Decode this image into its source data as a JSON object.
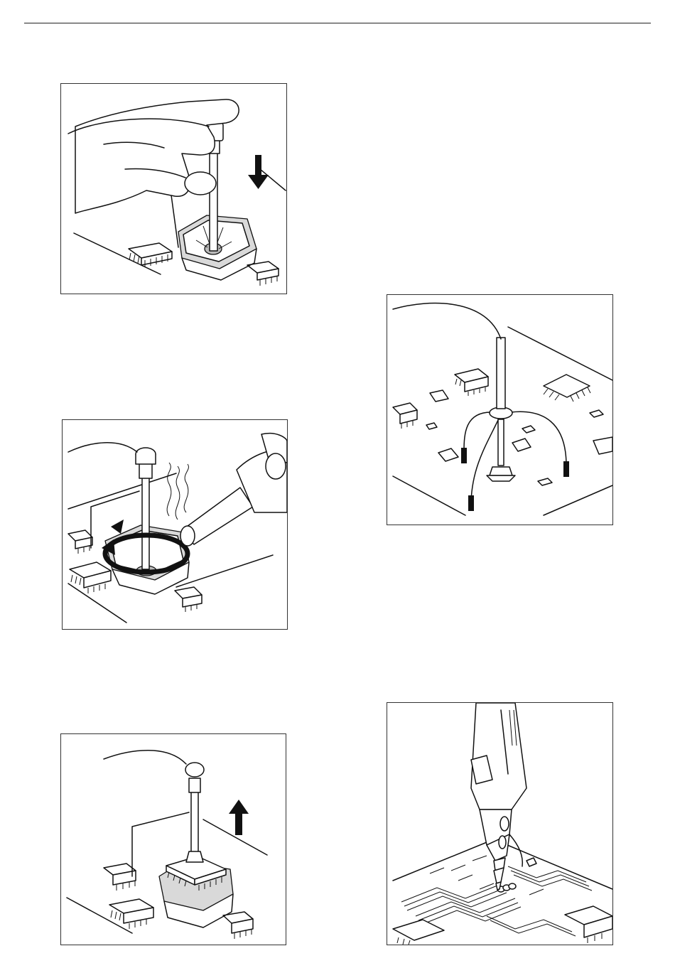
{
  "page": {
    "background": "#ffffff",
    "line_color": "#111111"
  },
  "figures": [
    {
      "id": "fig1",
      "icon": "down-arrow-icon"
    },
    {
      "id": "fig2",
      "icon": "rotate-arrow-icon"
    },
    {
      "id": "fig3",
      "icon": "up-arrow-icon"
    },
    {
      "id": "fig4",
      "icon": "tripod-holder-icon"
    },
    {
      "id": "fig5",
      "icon": "soldering-pencil-icon"
    }
  ]
}
